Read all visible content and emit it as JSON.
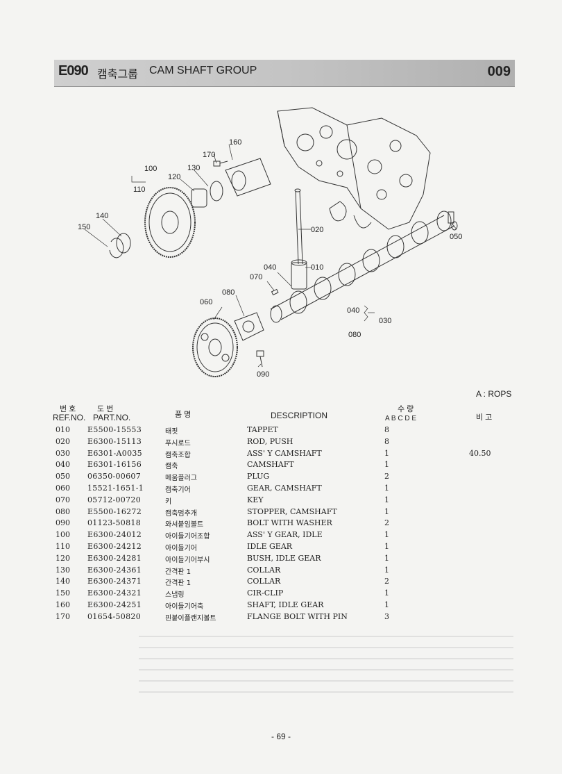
{
  "header": {
    "code": "E090",
    "title_ko": "캠축그룹",
    "title_en": "CAM SHAFT GROUP",
    "page_code": "009"
  },
  "diagram_labels": {
    "l010": "010",
    "l020": "020",
    "l030": "030",
    "l040a": "040",
    "l040b": "040",
    "l050": "050",
    "l060": "060",
    "l070": "070",
    "l080a": "080",
    "l080b": "080",
    "l090": "090",
    "l100": "100",
    "l110": "110",
    "l120": "120",
    "l130": "130",
    "l140": "140",
    "l150": "150",
    "l160": "160",
    "l170": "170"
  },
  "note": "A : ROPS",
  "table_header": {
    "ref_ko": "번 호",
    "ref_en": "REF.NO.",
    "part_ko": "도    번",
    "part_en": "PART.NO.",
    "name_ko": "품     명",
    "desc": "DESCRIPTION",
    "qty_ko": "수    량",
    "qty_cols": "A  B  C  D  E",
    "remarks_ko": "비 고"
  },
  "rows": [
    {
      "ref": "010",
      "part": "E5500-15553",
      "ko": "태핏",
      "desc": "TAPPET",
      "qty": "8",
      "rem": ""
    },
    {
      "ref": "020",
      "part": "E6300-15113",
      "ko": "푸시로드",
      "desc": "ROD, PUSH",
      "qty": "8",
      "rem": ""
    },
    {
      "ref": "030",
      "part": "E6301-A0035",
      "ko": "캠축조합",
      "desc": "ASS' Y CAMSHAFT",
      "qty": "1",
      "rem": "40.50"
    },
    {
      "ref": "040",
      "part": "E6301-16156",
      "ko": "캠축",
      "desc": "CAMSHAFT",
      "qty": "1",
      "rem": ""
    },
    {
      "ref": "050",
      "part": "06350-00607",
      "ko": "메움플러그",
      "desc": "PLUG",
      "qty": "2",
      "rem": ""
    },
    {
      "ref": "060",
      "part": "15521-1651-1",
      "ko": "캠축기어",
      "desc": "GEAR, CAMSHAFT",
      "qty": "1",
      "rem": ""
    },
    {
      "ref": "070",
      "part": "05712-00720",
      "ko": "키",
      "desc": "KEY",
      "qty": "1",
      "rem": ""
    },
    {
      "ref": "080",
      "part": "E5500-16272",
      "ko": "캠축멈추개",
      "desc": "STOPPER, CAMSHAFT",
      "qty": "1",
      "rem": ""
    },
    {
      "ref": "090",
      "part": "01123-50818",
      "ko": "와셔붙임볼트",
      "desc": "BOLT WITH WASHER",
      "qty": "2",
      "rem": ""
    },
    {
      "ref": "100",
      "part": "E6300-24012",
      "ko": "아이들기어조합",
      "desc": "ASS' Y GEAR, IDLE",
      "qty": "1",
      "rem": ""
    },
    {
      "ref": "110",
      "part": "E6300-24212",
      "ko": "아이들기어",
      "desc": "IDLE GEAR",
      "qty": "1",
      "rem": ""
    },
    {
      "ref": "120",
      "part": "E6300-24281",
      "ko": "아이들기어부시",
      "desc": "BUSH, IDLE GEAR",
      "qty": "1",
      "rem": ""
    },
    {
      "ref": "130",
      "part": "E6300-24361",
      "ko": "간격판 1",
      "desc": "COLLAR",
      "qty": "1",
      "rem": ""
    },
    {
      "ref": "140",
      "part": "E6300-24371",
      "ko": "간격판 1",
      "desc": "COLLAR",
      "qty": "2",
      "rem": ""
    },
    {
      "ref": "150",
      "part": "E6300-24321",
      "ko": "스냅링",
      "desc": "CIR-CLIP",
      "qty": "1",
      "rem": ""
    },
    {
      "ref": "160",
      "part": "E6300-24251",
      "ko": "아이들기어축",
      "desc": "SHAFT, IDLE GEAR",
      "qty": "1",
      "rem": ""
    },
    {
      "ref": "170",
      "part": "01654-50820",
      "ko": "핀붙이플랜지볼트",
      "desc": "FLANGE BOLT WITH PIN",
      "qty": "3",
      "rem": ""
    }
  ],
  "page_number": "- 69 -"
}
